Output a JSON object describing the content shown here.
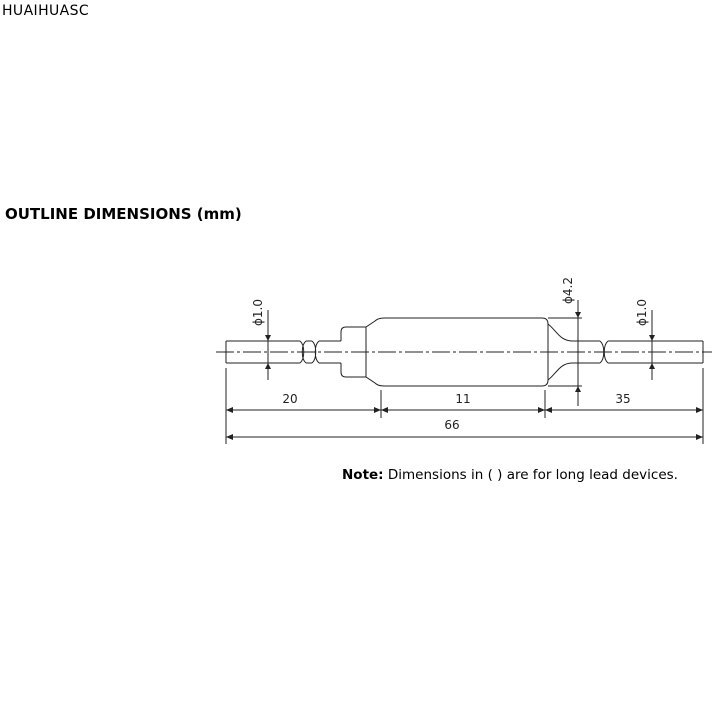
{
  "brand": "HUAIHUASC",
  "section_title": "OUTLINE DIMENSIONS (mm)",
  "diagram": {
    "diameters": {
      "left_lead": "ϕ1.0",
      "body": "ϕ4.2",
      "right_lead": "ϕ1.0"
    },
    "lengths": {
      "left_lead": "20",
      "body": "11",
      "right_lead": "35",
      "total": "66"
    }
  },
  "note": {
    "label": "Note:",
    "text": "Dimensions in ( ) are for long lead devices."
  }
}
